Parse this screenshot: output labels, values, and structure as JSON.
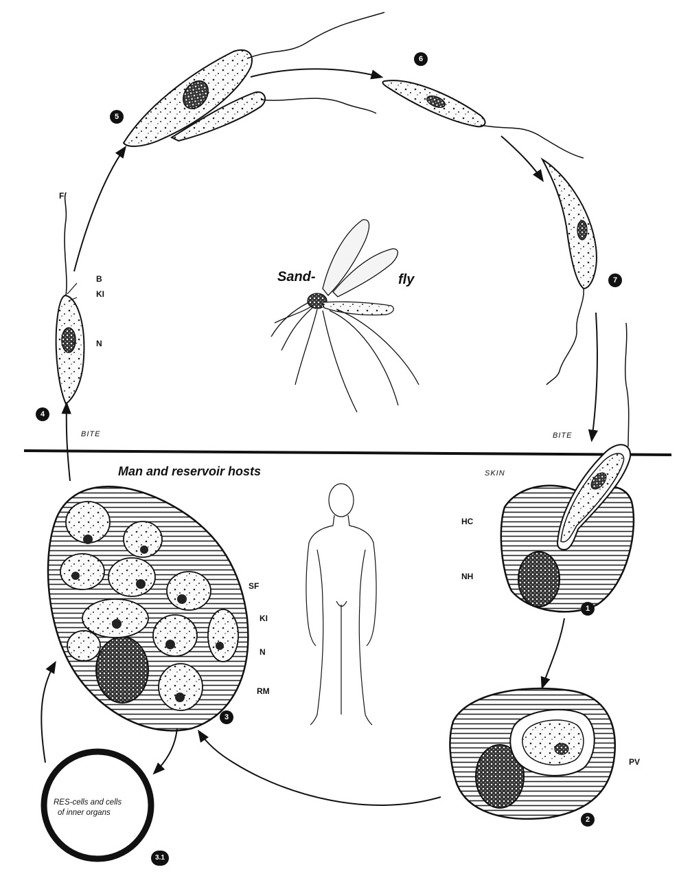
{
  "labels": {
    "sand": "Sand-",
    "fly": "fly",
    "bite_left": "BITE",
    "bite_right": "BITE",
    "hosts": "Man and reservoir hosts",
    "skin": "SKIN",
    "f": "F",
    "b": "B",
    "ki_top": "KI",
    "n_top": "N",
    "hc": "HC",
    "nh": "NH",
    "pv": "PV",
    "sf": "SF",
    "ki_mid": "KI",
    "n_mid": "N",
    "rm": "RM",
    "res_line1": "RES-cells and cells",
    "res_line2": "of inner organs"
  },
  "stages": {
    "s1": "1",
    "s2": "2",
    "s3": "3",
    "s31": "3.1",
    "s4": "4",
    "s5": "5",
    "s6": "6",
    "s7": "7"
  }
}
